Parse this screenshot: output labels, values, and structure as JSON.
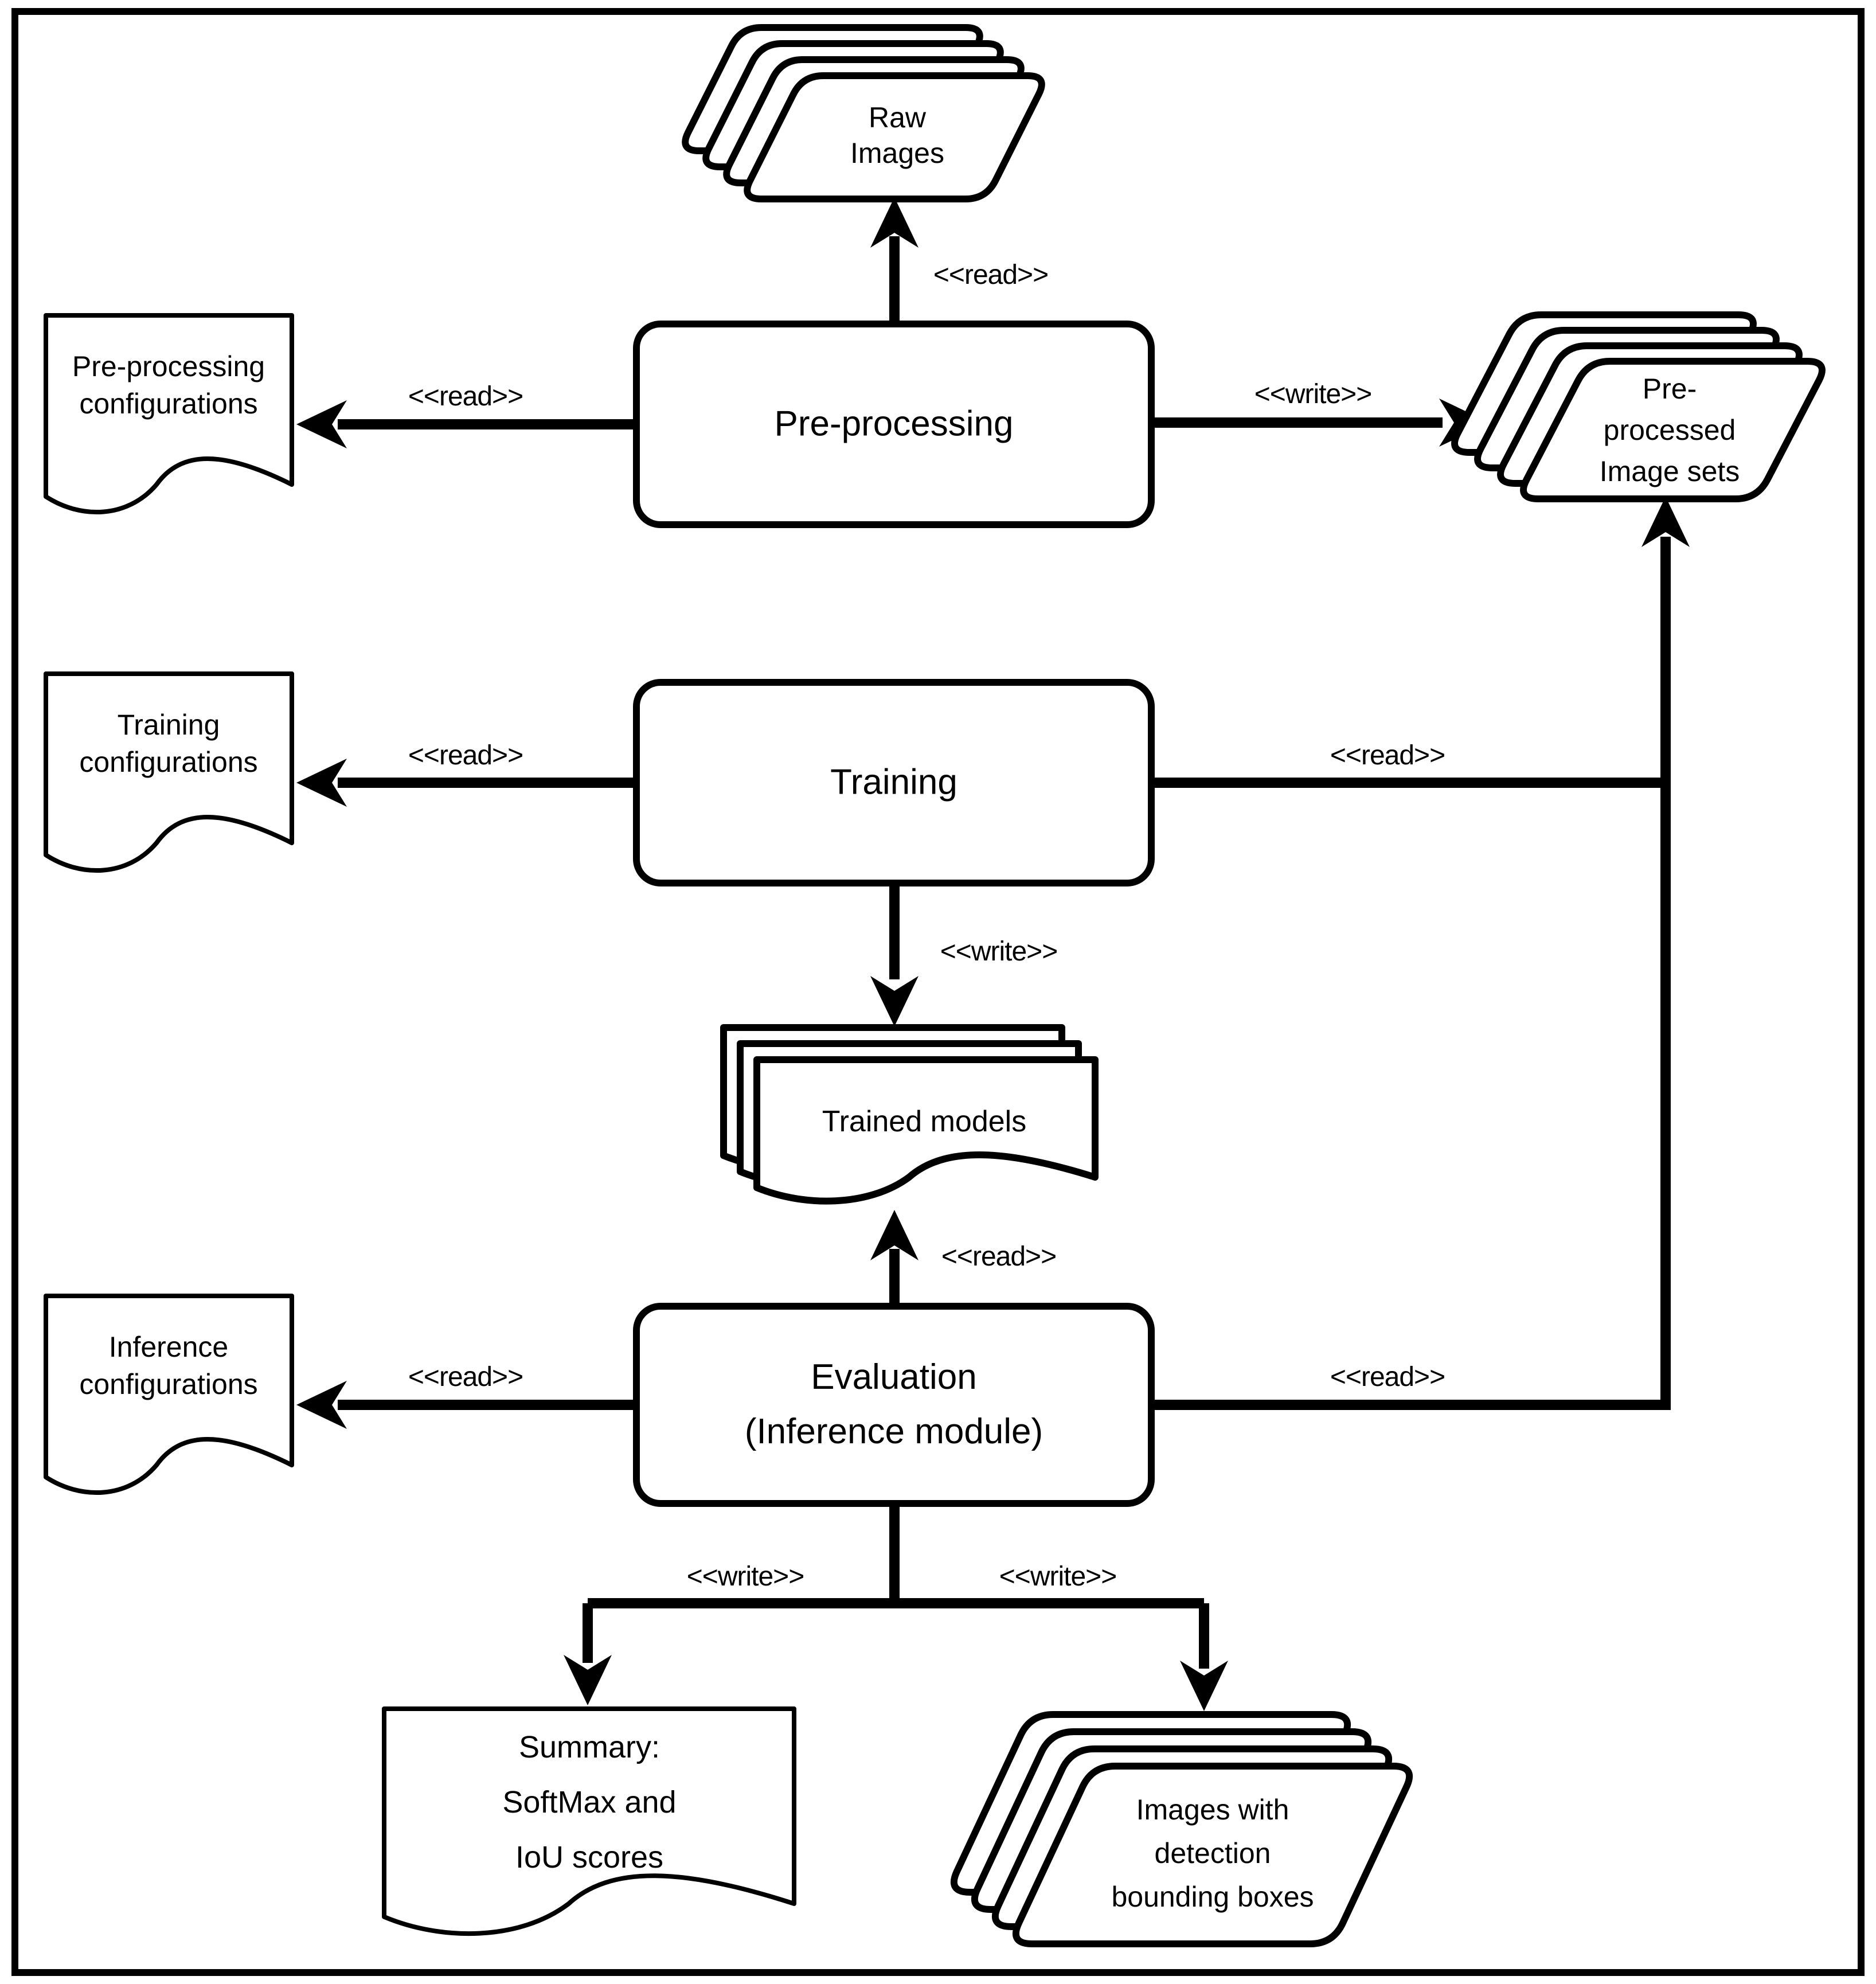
{
  "figure": {
    "kind": "ml-pipeline-artifact-diagram",
    "modules": {
      "preprocessing": "Pre-processing",
      "training": "Training",
      "evaluation": "Evaluation\n(Inference module)"
    },
    "artifacts": {
      "raw_images": "Raw\nImages",
      "preprocessing_config": "Pre-processing\nconfigurations",
      "preprocessed_sets": "Pre-\nprocessed\nImage sets",
      "training_config": "Training\nconfigurations",
      "trained_models": "Trained models",
      "inference_config": "Inference\nconfigurations",
      "summary": "Summary:\nSoftMax and\nIoU scores",
      "detection_images": "Images with\ndetection\nbounding boxes"
    },
    "edge_labels": {
      "read_raw": "<<read>>",
      "read_preproc_cfg": "<<read>>",
      "write_preproc_sets": "<<write>>",
      "read_training_cfg": "<<read>>",
      "read_training_sets": "<<read>>",
      "write_models": "<<write>>",
      "read_models": "<<read>>",
      "read_inference_cfg": "<<read>>",
      "read_eval_sets": "<<read>>",
      "write_summary": "<<write>>",
      "write_detection": "<<write>>"
    },
    "colors": {
      "ink": "#000000",
      "paper": "#ffffff"
    }
  }
}
